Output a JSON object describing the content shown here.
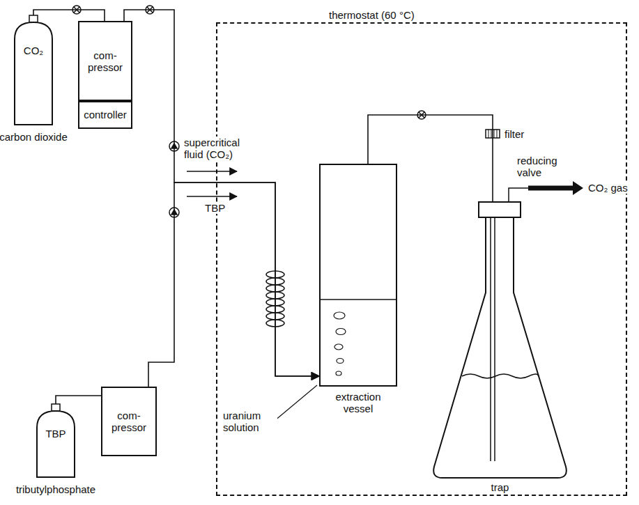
{
  "diagram": {
    "nodes": [
      {
        "text": [
          "CO₂",
          "carbon dioxide"
        ]
      },
      {
        "text": [
          "com- pressor"
        ]
      },
      {
        "text": [
          "controller"
        ]
      },
      {
        "text": [
          "thermostat (60 °C)"
        ]
      },
      {
        "text": [
          "extraction vessel"
        ],
        "in": 3
      },
      {
        "text": [
          "trap"
        ],
        "in": 3
      },
      {
        "text": [
          "TBP",
          "tributylphosphate"
        ]
      },
      {
        "text": [
          "com- pressor"
        ]
      }
    ],
    "edges": [
      {
        "from": 0,
        "to": 1,
        "arrow": "none"
      },
      {
        "from": 1,
        "to": 4,
        "arrow": "to"
      },
      {
        "from": 6,
        "to": 7,
        "arrow": "none"
      },
      {
        "from": 7,
        "to": 4,
        "arrow": "to"
      },
      {
        "from": 4,
        "to": 5,
        "arrow": "none"
      }
    ],
    "labels": [
      "supercritical fluid (CO₂)",
      "TBP",
      "uranium solution",
      "filter",
      "reducing valve",
      "CO₂ gas"
    ]
  }
}
